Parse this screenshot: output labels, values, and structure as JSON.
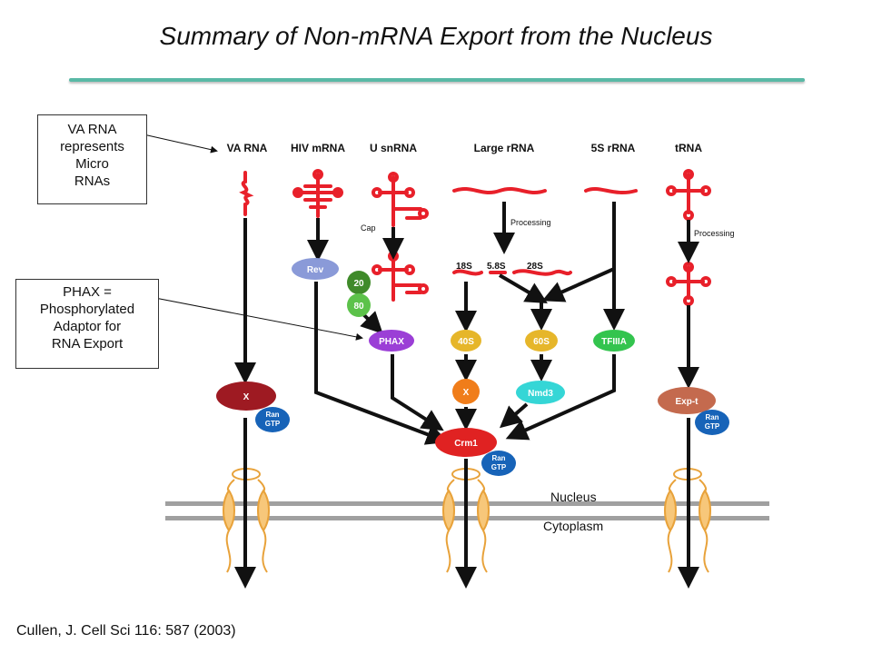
{
  "title": "Summary of Non-mRNA Export from the Nucleus",
  "callouts": {
    "va_rna": [
      "VA RNA",
      "represents",
      "Micro",
      "RNAs"
    ],
    "phax": [
      "PHAX =",
      "Phosphorylated",
      "Adaptor for",
      "RNA Export"
    ]
  },
  "citation": "Cullen, J. Cell Sci 116: 587 (2003)",
  "rna_types": [
    "VA RNA",
    "HIV mRNA",
    "U snRNA",
    "Large rRNA",
    "5S rRNA",
    "tRNA"
  ],
  "labels": {
    "cap": "Cap",
    "processing": "Processing",
    "r18s": "18S",
    "r58s": "5.8S",
    "r28s": "28S",
    "nucleus": "Nucleus",
    "cytoplasm": "Cytoplasm"
  },
  "proteins": {
    "rev": "Rev",
    "cbc20": "20",
    "cbc80": "80",
    "phax": "PHAX",
    "s40": "40S",
    "s60": "60S",
    "tfiiia": "TFIIIA",
    "x_left": "X",
    "x_mid": "X",
    "nmd3": "Nmd3",
    "crm1": "Crm1",
    "exp_t": "Exp-t",
    "ran_gtp": [
      "Ran",
      "GTP"
    ]
  },
  "colors": {
    "rna": "#e8202a",
    "title_rule": "#59b9a6",
    "membrane": "#a0a0a0",
    "pore": "#e8a23a",
    "ran_gtp": "#1763b8",
    "x_left": "#9e1a22",
    "rev": "#8a9ad8",
    "phax": "#9b3fd6",
    "ribosome": "#e6b62a",
    "tfiiia": "#33c44e",
    "x_mid": "#f07d1a",
    "nmd3": "#35d6d6",
    "crm1": "#e02222",
    "exp_t": "#c46a4e",
    "cbc": "#4aa83a"
  }
}
